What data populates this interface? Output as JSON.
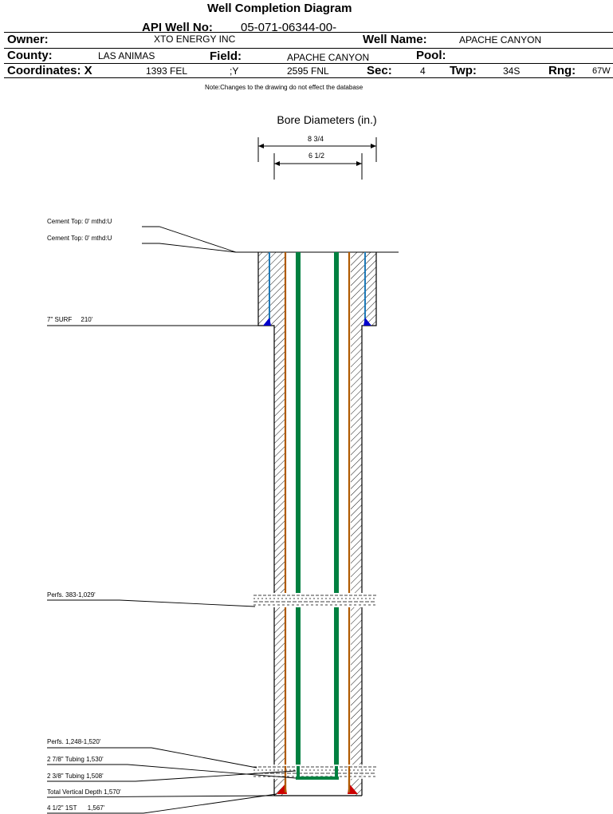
{
  "header": {
    "title": "Well Completion Diagram",
    "api_label": "API Well No:",
    "api_value": "05-071-06344-00-",
    "owner_label": "Owner:",
    "owner_value": "XTO ENERGY INC",
    "well_name_label": "Well Name:",
    "well_name_value": "APACHE CANYON",
    "county_label": "County:",
    "county_value": "LAS ANIMAS",
    "field_label": "Field:",
    "field_value": "APACHE CANYON",
    "pool_label": "Pool:",
    "pool_value": "",
    "coord_label": "Coordinates: X",
    "coord_x": "1393 FEL",
    "coord_y_label": ";Y",
    "coord_y": "2595 FNL",
    "sec_label": "Sec:",
    "sec_value": "4",
    "twp_label": "Twp:",
    "twp_value": "34S",
    "rng_label": "Rng:",
    "rng_value": "67W",
    "note": "Note:Changes to the drawing do not effect the database"
  },
  "diagram": {
    "bore_title": "Bore Diameters (in.)",
    "bore_outer": "8 3/4",
    "bore_inner": "6 1/2",
    "labels": {
      "cement_top_1": "Cement Top: 0' mthd:U",
      "cement_top_2": "Cement Top: 0' mthd:U",
      "surf_casing": "7\" SURF     210'",
      "perfs_1": "Perfs. 383-1,029'",
      "perfs_2": "Perfs. 1,248-1,520'",
      "tubing_1": "2 7/8\" Tubing 1,530'",
      "tubing_2": "2 3/8\" Tubing 1,508'",
      "tvd": "Total Vertical Depth 1,570'",
      "prod_casing": "4 1/2\" 1ST      1,567'"
    },
    "colors": {
      "tubing": "#008040",
      "casing": "#b05a00",
      "surface_casing": "#1f7ab8",
      "shoe_surface": "#0000cc",
      "shoe_production": "#cc0000"
    }
  }
}
